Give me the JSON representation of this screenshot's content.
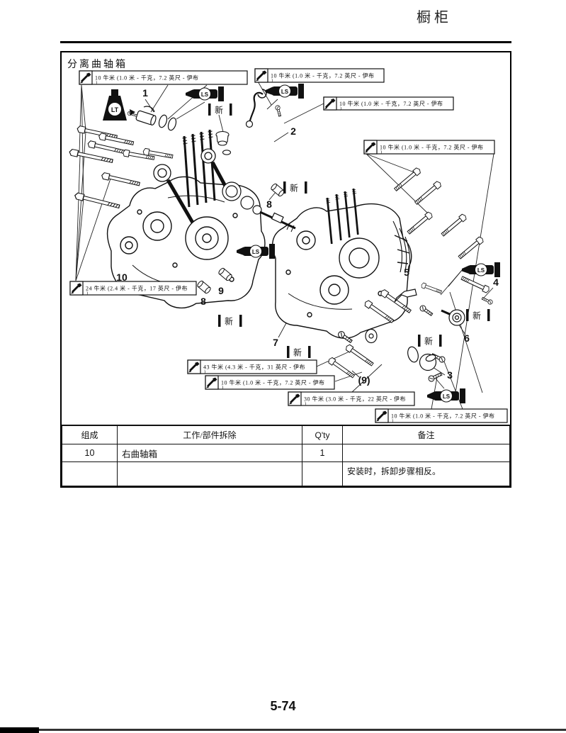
{
  "page": {
    "header_title": "橱柜",
    "page_number": "5-74"
  },
  "diagram": {
    "title": "分离曲轴箱",
    "torque_callouts": [
      {
        "line1": "10 牛米 (1.0 米 - 千克，7.2 英尺 - 伊布",
        "line2": ")"
      },
      {
        "line1": "10 牛米 (1.0 米 - 千克，7.2 英尺 - 伊布",
        "line2": ")"
      },
      {
        "line1": "10 牛米 (1.0 米 - 千克，7.2 英尺 - 伊布",
        "line2": ")"
      },
      {
        "line1": "10 牛米 (1.0 米 - 千克，7.2 英尺 - 伊布",
        "line2": ")"
      },
      {
        "line1": "24 牛米 (2.4 米 - 千克，17 英尺 - 伊布",
        "line2": ")"
      },
      {
        "line1": "43 牛米 (4.3 米 - 千克，31 英尺 - 伊布",
        "line2": ")"
      },
      {
        "line1": "10 牛米 (1.0 米 - 千克，7.2 英尺 - 伊布",
        "line2": ")"
      },
      {
        "line1": "30 牛米 (3.0 米 - 千克，22 英尺 - 伊布",
        "line2": ")"
      },
      {
        "line1": "10 牛米 (1.0 米 - 千克，7.2 英尺 - 伊布",
        "line2": ")"
      }
    ],
    "part_labels": {
      "p1": "1",
      "p2": "2",
      "p3": "3",
      "p4": "4",
      "p5": "5",
      "p6": "6",
      "p7": "7",
      "p8a": "8",
      "p8b": "8",
      "p9": "9",
      "p9p": "(9)",
      "p10": "10"
    },
    "symbols": {
      "loctite": "LT",
      "grease": "LS",
      "new_mark": "新"
    }
  },
  "table": {
    "headers": {
      "order": "组成",
      "job": "工作/部件拆除",
      "qty": "Q'ty",
      "remarks": "备注"
    },
    "rows": [
      {
        "order": "10",
        "job": "右曲轴箱",
        "qty": "1",
        "remarks": ""
      },
      {
        "order": "",
        "job": "",
        "qty": "",
        "remarks": "安装时，拆卸步骤相反。"
      }
    ]
  }
}
